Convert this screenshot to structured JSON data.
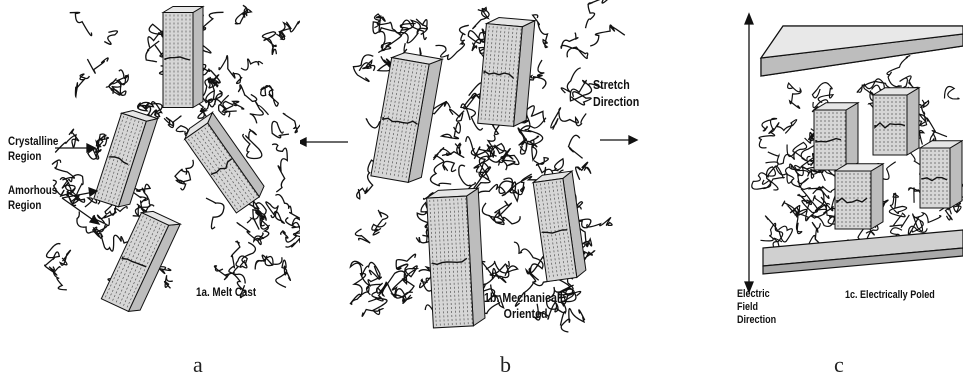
{
  "panels": [
    {
      "id": "a",
      "caption": "1a. Melt Cast",
      "labels": {
        "crystalline": [
          "Crystalline",
          "Region"
        ],
        "amorphous": [
          "Amorhous",
          "Region"
        ]
      }
    },
    {
      "id": "b",
      "caption": [
        "1b. Mechanically",
        "Oriented"
      ],
      "labels": {
        "stretch": [
          "Stretch",
          "Direction"
        ]
      }
    },
    {
      "id": "c",
      "caption": "1c. Electrically Poled",
      "labels": {
        "field": [
          "Electric",
          "Field",
          "Direction"
        ]
      }
    }
  ],
  "sub_labels": [
    "a",
    "b",
    "c"
  ],
  "colors": {
    "ink": "#111111",
    "lamella": "#d9d9d9",
    "plate": "#cfcfcf"
  }
}
